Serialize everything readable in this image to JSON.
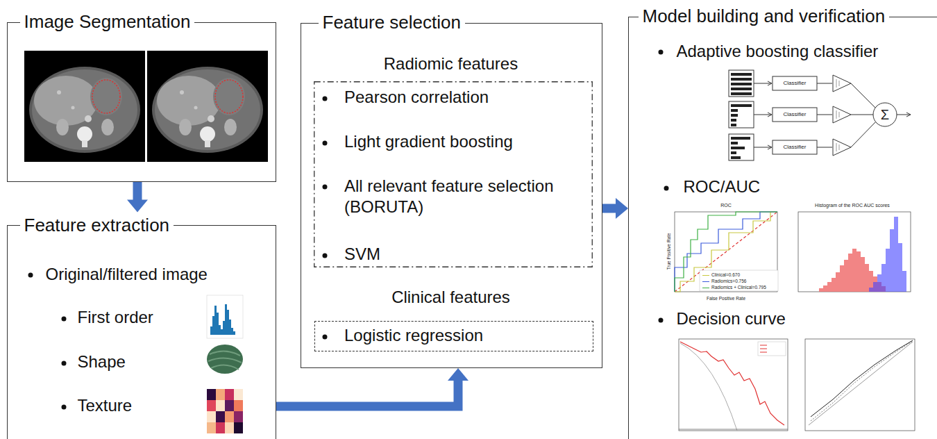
{
  "diagram": {
    "nodes": [
      {
        "text": [
          "Image Segmentation"
        ]
      },
      {
        "text": [
          "Feature extraction",
          "Original/filtered image",
          "First order",
          "Shape",
          "Texture"
        ]
      },
      {
        "text": [
          "Feature selection",
          "Radiomic features",
          "Clinical features"
        ]
      },
      {
        "text": [
          "Pearson correlation",
          "Light gradient boosting",
          "All relevant feature selection (BORUTA)",
          "SVM"
        ],
        "in": 2
      },
      {
        "text": [
          "Logistic regression"
        ],
        "in": 2
      },
      {
        "text": [
          "Model building and verification",
          "Adaptive boosting classifier",
          "ROC/AUC",
          "Decision curve"
        ]
      }
    ],
    "edges": [
      {
        "from": 0,
        "to": 1,
        "arrow": "to"
      },
      {
        "from": 1,
        "to": 2,
        "arrow": "to"
      },
      {
        "from": 2,
        "to": 5,
        "arrow": "to"
      }
    ],
    "labels": [
      "Classifier",
      "Classifier",
      "Classifier",
      "Σ",
      "ROC",
      "True Positive Rate",
      "False Positive Rate",
      "Histogram of the ROC AUC scores"
    ],
    "legend": [
      {
        "text": "Clinical=0.670"
      },
      {
        "text": "Radiomics=0.756"
      },
      {
        "text": "Radiomics + Clinical=0.795"
      }
    ]
  }
}
